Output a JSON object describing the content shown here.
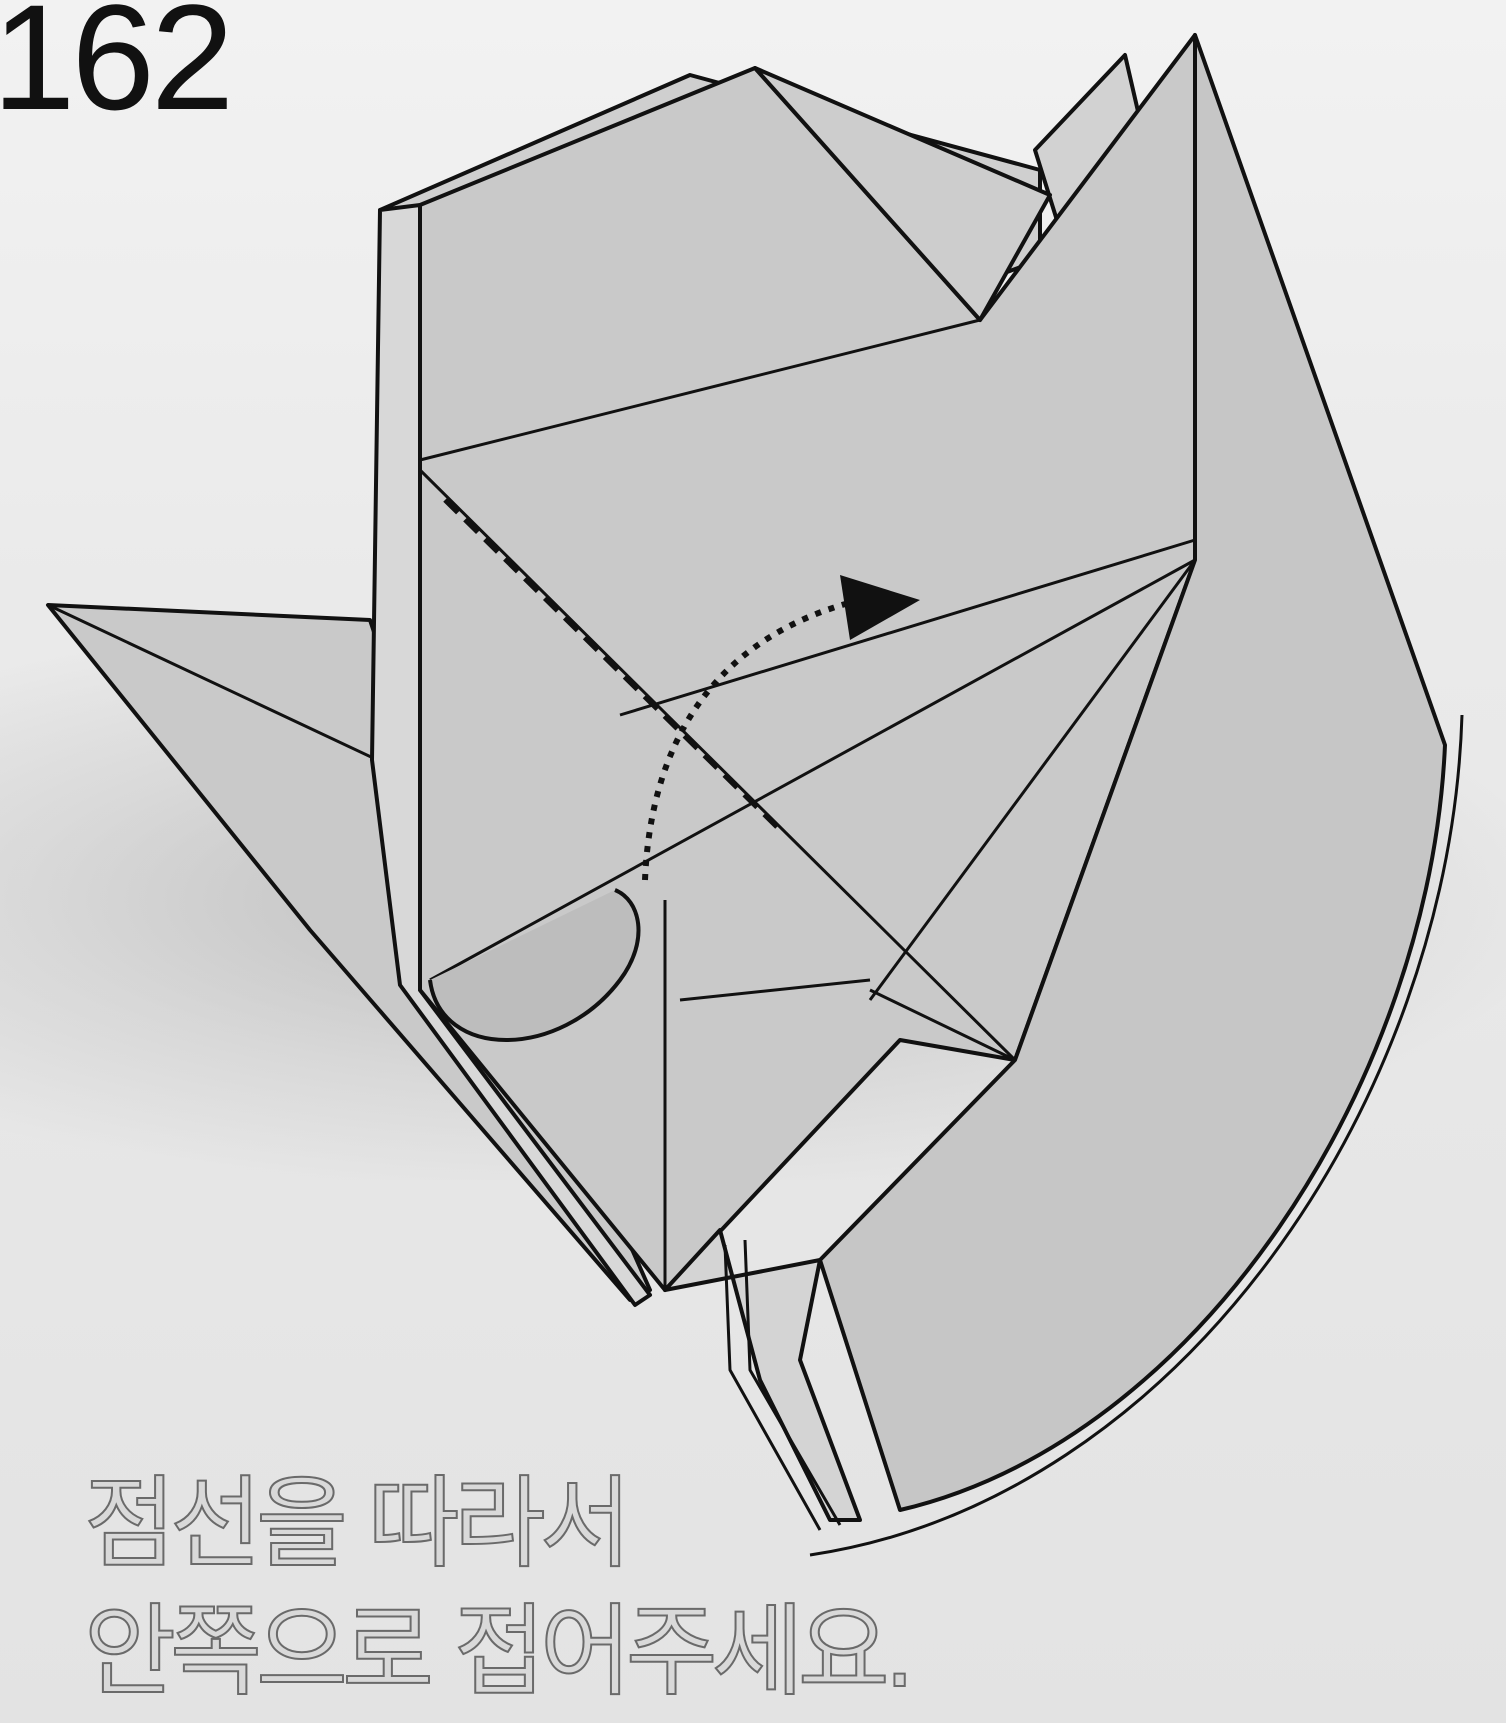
{
  "step": {
    "number": "162"
  },
  "instruction": {
    "line1": "점선을 따라서",
    "line2": "안쪽으로 접어주세요."
  },
  "colors": {
    "paper": "#c9c9c9",
    "paper_light": "#d6d6d6",
    "outline": "#111111",
    "background": "#ececec"
  },
  "icons": [
    "fold-arrow-icon"
  ]
}
